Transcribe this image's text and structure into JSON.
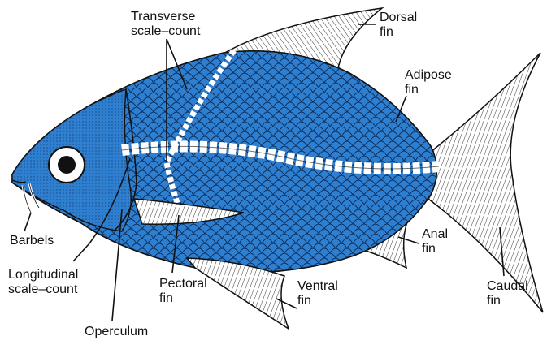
{
  "diagram": {
    "colors": {
      "body": "#2f7fd0",
      "body_dark": "#1f5fa8",
      "outline": "#111111",
      "fin_fill": "#ffffff",
      "lateral_line": "#ffffff",
      "background": "#ffffff"
    },
    "labels": {
      "transverse": [
        "Transverse",
        "scale–count"
      ],
      "dorsal": [
        "Dorsal",
        "fin"
      ],
      "adipose": [
        "Adipose",
        "fin"
      ],
      "barbels": [
        "Barbels"
      ],
      "longitudinal": [
        "Longitudinal",
        "scale–count"
      ],
      "pectoral": [
        "Pectoral",
        "fin"
      ],
      "ventral": [
        "Ventral",
        "fin"
      ],
      "operculum": [
        "Operculum"
      ],
      "anal": [
        "Anal",
        "fin"
      ],
      "caudal": [
        "Caudal",
        "fin"
      ]
    }
  }
}
